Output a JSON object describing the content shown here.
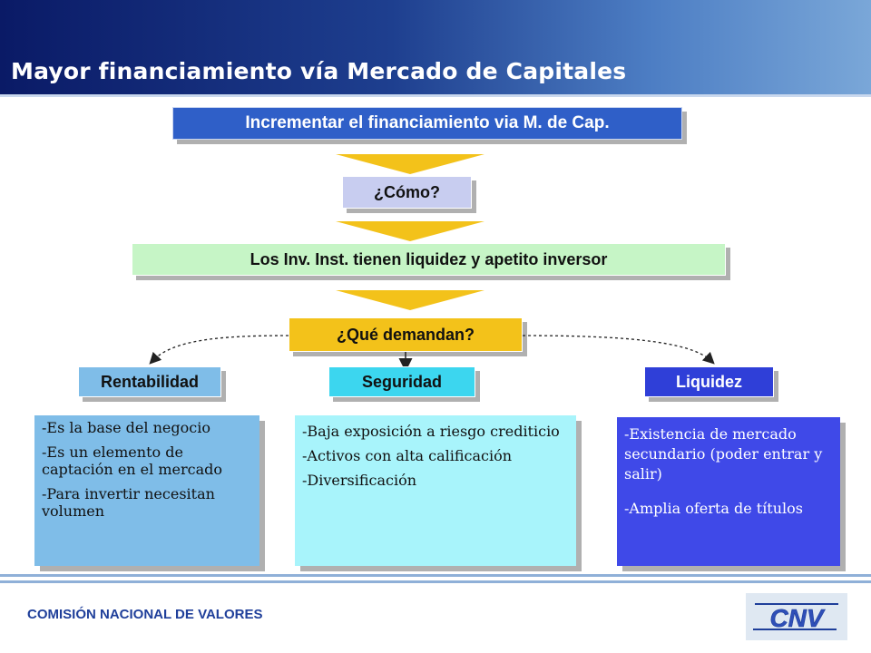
{
  "header": {
    "title": "Mayor financiamiento  vía Mercado  de Capitales"
  },
  "flow": {
    "top_box": "Incrementar el financiamiento via M. de Cap.",
    "como_box": "¿Cómo?",
    "inv_box": "Los Inv. Inst. tienen liquidez y apetito inversor",
    "demandan_box": "¿Qué demandan?"
  },
  "categories": [
    {
      "label": "Rentabilidad",
      "items": [
        "-Es la base del negocio",
        "-Es un elemento de captación en el mercado",
        "-Para invertir necesitan volumen"
      ]
    },
    {
      "label": "Seguridad",
      "items": [
        "-Baja exposición a riesgo crediticio",
        "-Activos con alta calificación",
        "-Diversificación"
      ]
    },
    {
      "label": "Liquidez",
      "items": [
        "-Existencia de mercado secundario (poder entrar y salir)",
        "-Amplia oferta de títulos"
      ]
    }
  ],
  "footer": {
    "org": "COMISIÓN NACIONAL DE VALORES",
    "logo_text": "CNV"
  },
  "colors": {
    "header_dark": "#0a1a66",
    "top_box": "#2f5fc8",
    "como_box": "#c8cdf0",
    "inv_box": "#c6f5c6",
    "demandan_box": "#f3c21a",
    "arrow": "#f3c21a",
    "rentabilidad_panel": "#7fbde8",
    "seguridad_panel": "#a8f4fb",
    "liquidez_panel": "#3f49e8"
  }
}
